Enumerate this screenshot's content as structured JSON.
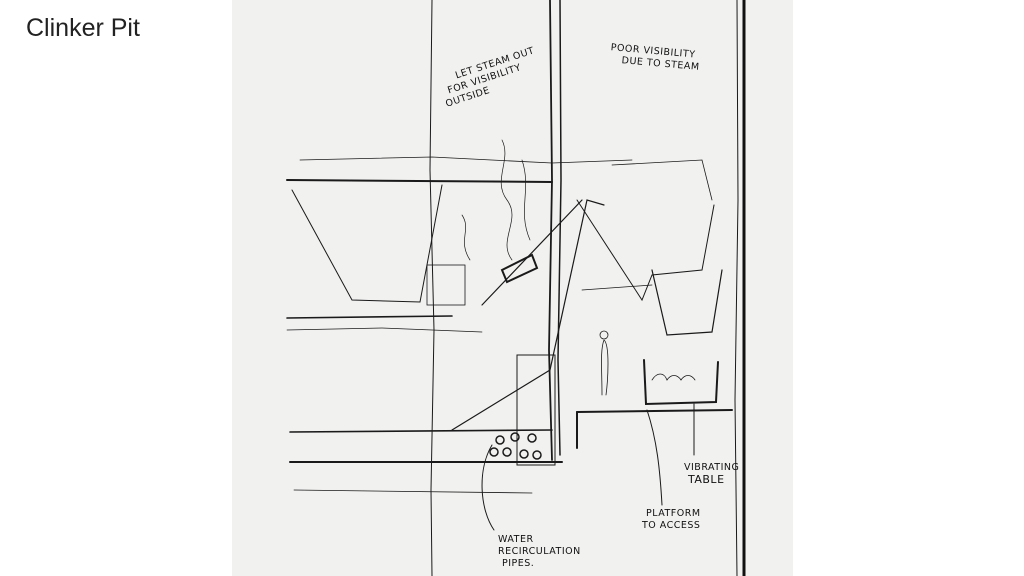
{
  "slide": {
    "title": "Clinker Pit"
  },
  "sketch": {
    "annotations": {
      "steam_out": [
        "LET STEAM OUT",
        "FOR VISIBILITY",
        "OUTSIDE"
      ],
      "poor_visibility": [
        "POOR VISIBILITY",
        "DUE TO STEAM"
      ],
      "vibrating_table": [
        "VIBRATING",
        "TABLE"
      ],
      "platform": [
        "PLATFORM",
        "TO ACCESS"
      ],
      "pipes": [
        "WATER",
        "RECIRCULATION",
        "PIPES."
      ]
    }
  }
}
